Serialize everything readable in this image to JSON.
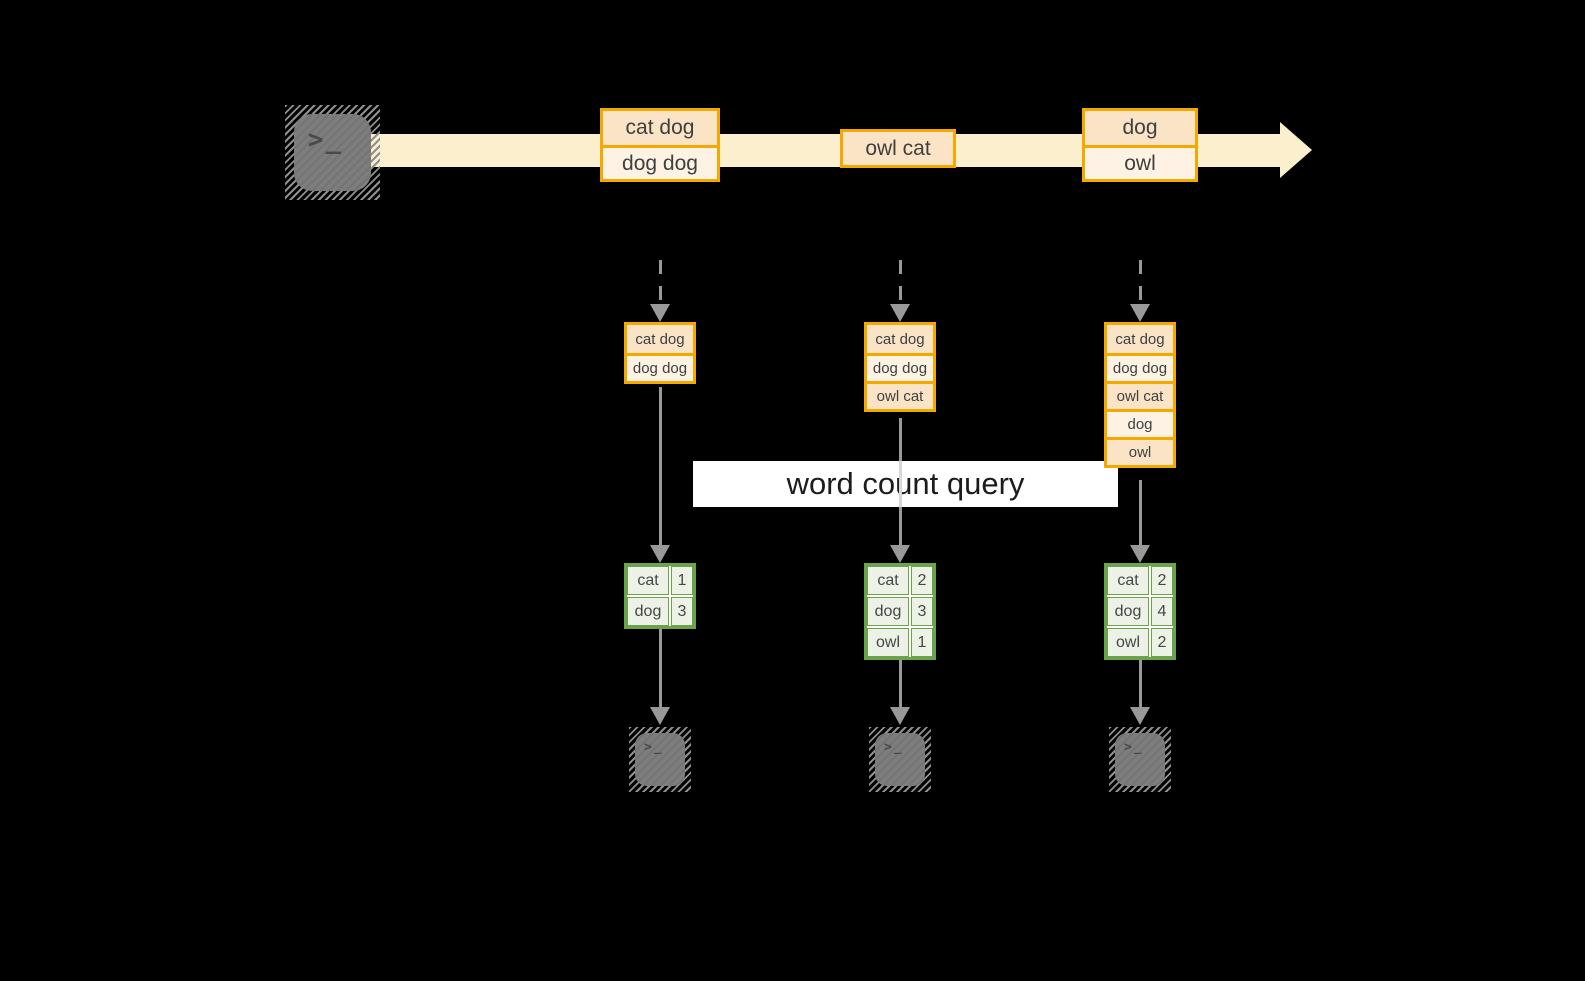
{
  "diagram": {
    "title_banner": "word count query",
    "terminal_glyph": ">_",
    "colors": {
      "background": "#000000",
      "stream_band": "#fcefcd",
      "batch_fill_dark": "#fbe3c6",
      "batch_fill_light": "#fdf2e3",
      "batch_border": "#f5a800",
      "table_border": "#6ba24c",
      "table_cell_fill": "#edf2e7",
      "connector_gray": "#999999",
      "terminal_gray": "#7d7d7d",
      "text_dark": "#3f3f3f"
    },
    "stream_batches": [
      {
        "name": "batch-1",
        "rows": [
          "cat dog",
          "dog dog"
        ]
      },
      {
        "name": "batch-2",
        "rows": [
          "owl cat"
        ]
      },
      {
        "name": "batch-3",
        "rows": [
          "dog",
          "owl"
        ]
      }
    ],
    "snapshots": [
      {
        "name": "snapshot-1",
        "buffer_rows": [
          "cat dog",
          "dog dog"
        ],
        "word_counts": [
          [
            "cat",
            "1"
          ],
          [
            "dog",
            "3"
          ]
        ]
      },
      {
        "name": "snapshot-2",
        "buffer_rows": [
          "cat dog",
          "dog dog",
          "owl cat"
        ],
        "word_counts": [
          [
            "cat",
            "2"
          ],
          [
            "dog",
            "3"
          ],
          [
            "owl",
            "1"
          ]
        ]
      },
      {
        "name": "snapshot-3",
        "buffer_rows": [
          "cat dog",
          "dog dog",
          "owl cat",
          "dog",
          "owl"
        ],
        "word_counts": [
          [
            "cat",
            "2"
          ],
          [
            "dog",
            "4"
          ],
          [
            "owl",
            "2"
          ]
        ]
      }
    ]
  }
}
